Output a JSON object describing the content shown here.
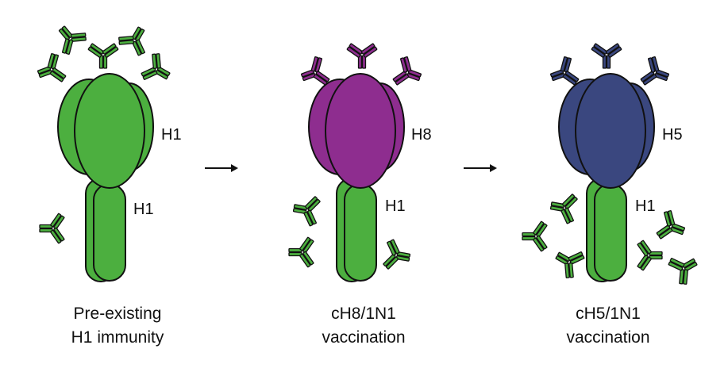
{
  "panels": [
    {
      "head_label": "H1",
      "stalk_label": "H1",
      "caption_line1": "Pre-existing",
      "caption_line2": "H1 immunity",
      "head_color": "#4caf3f",
      "head_antibody_color": "#4caf3f",
      "stalk_antibody_color": "#4caf3f"
    },
    {
      "head_label": "H8",
      "stalk_label": "H1",
      "caption_line1": "cH8/1N1",
      "caption_line2": "vaccination",
      "head_color": "#8e2d8f",
      "head_antibody_color": "#8e2d8f",
      "stalk_antibody_color": "#4caf3f"
    },
    {
      "head_label": "H5",
      "stalk_label": "H1",
      "caption_line1": "cH5/1N1",
      "caption_line2": "vaccination",
      "head_color": "#3a477f",
      "head_antibody_color": "#3a477f",
      "stalk_antibody_color": "#4caf3f"
    }
  ],
  "colors": {
    "stalk": "#4caf3f",
    "outline": "#111111",
    "arrow": "#111111"
  },
  "icons": {
    "antibody": "antibody-y-icon",
    "arrow": "right-arrow-icon"
  }
}
